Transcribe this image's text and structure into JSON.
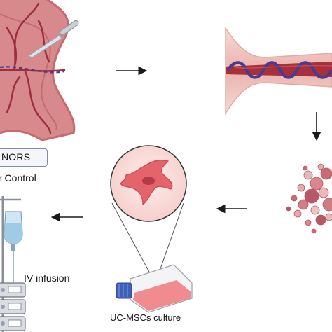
{
  "labels": {
    "donors": "NORS",
    "control": "r Control",
    "iv_infusion": "IV infusion",
    "culture": "UC-MSCs culture"
  },
  "colors": {
    "placenta_tissue": "#d8898c",
    "placenta_edge": "#c46a70",
    "vessel": "#9c2e3f",
    "cord_outer": "#f2c9c4",
    "cord_core": "#a8303a",
    "cord_vein": "#4b3a8e",
    "cell": "#e4646c",
    "dish": "#fbe1de",
    "flask_medium": "#f07f84",
    "flask_cap": "#3f5fb8",
    "arrow": "#1a1a1a"
  },
  "icons": [
    "placenta-icon",
    "scalpel-icon",
    "umbilical-cord-icon",
    "digested-tissue-icon",
    "msc-cell-icon",
    "culture-flask-icon",
    "iv-bag-icon",
    "infusion-pump-icon"
  ]
}
